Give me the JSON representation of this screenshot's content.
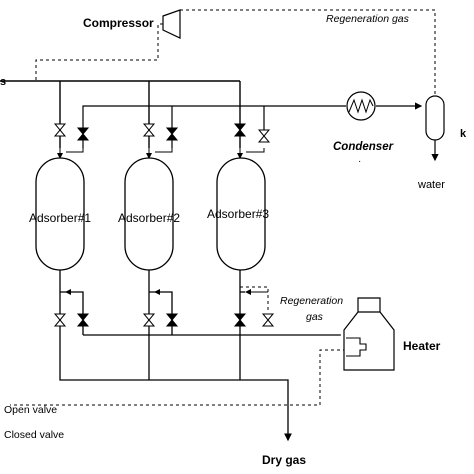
{
  "labels": {
    "compressor": "Compressor",
    "regeneration_gas_top": "Regeneration gas",
    "inlet_mark": "s",
    "condenser": "Condenser",
    "ko_mark": "k",
    "water": "water",
    "adsorber1": "Adsorber#1",
    "adsorber2": "Adsorber#2",
    "adsorber3": "Adsorber#3",
    "regeneration_line1": "Regeneration",
    "regeneration_line2": "gas",
    "heater": "Heater",
    "open_valve": "Open valve",
    "closed_valve": "Closed valve",
    "dry_gas": "Dry gas"
  },
  "colors": {
    "line": "#000000",
    "background": "#ffffff"
  }
}
